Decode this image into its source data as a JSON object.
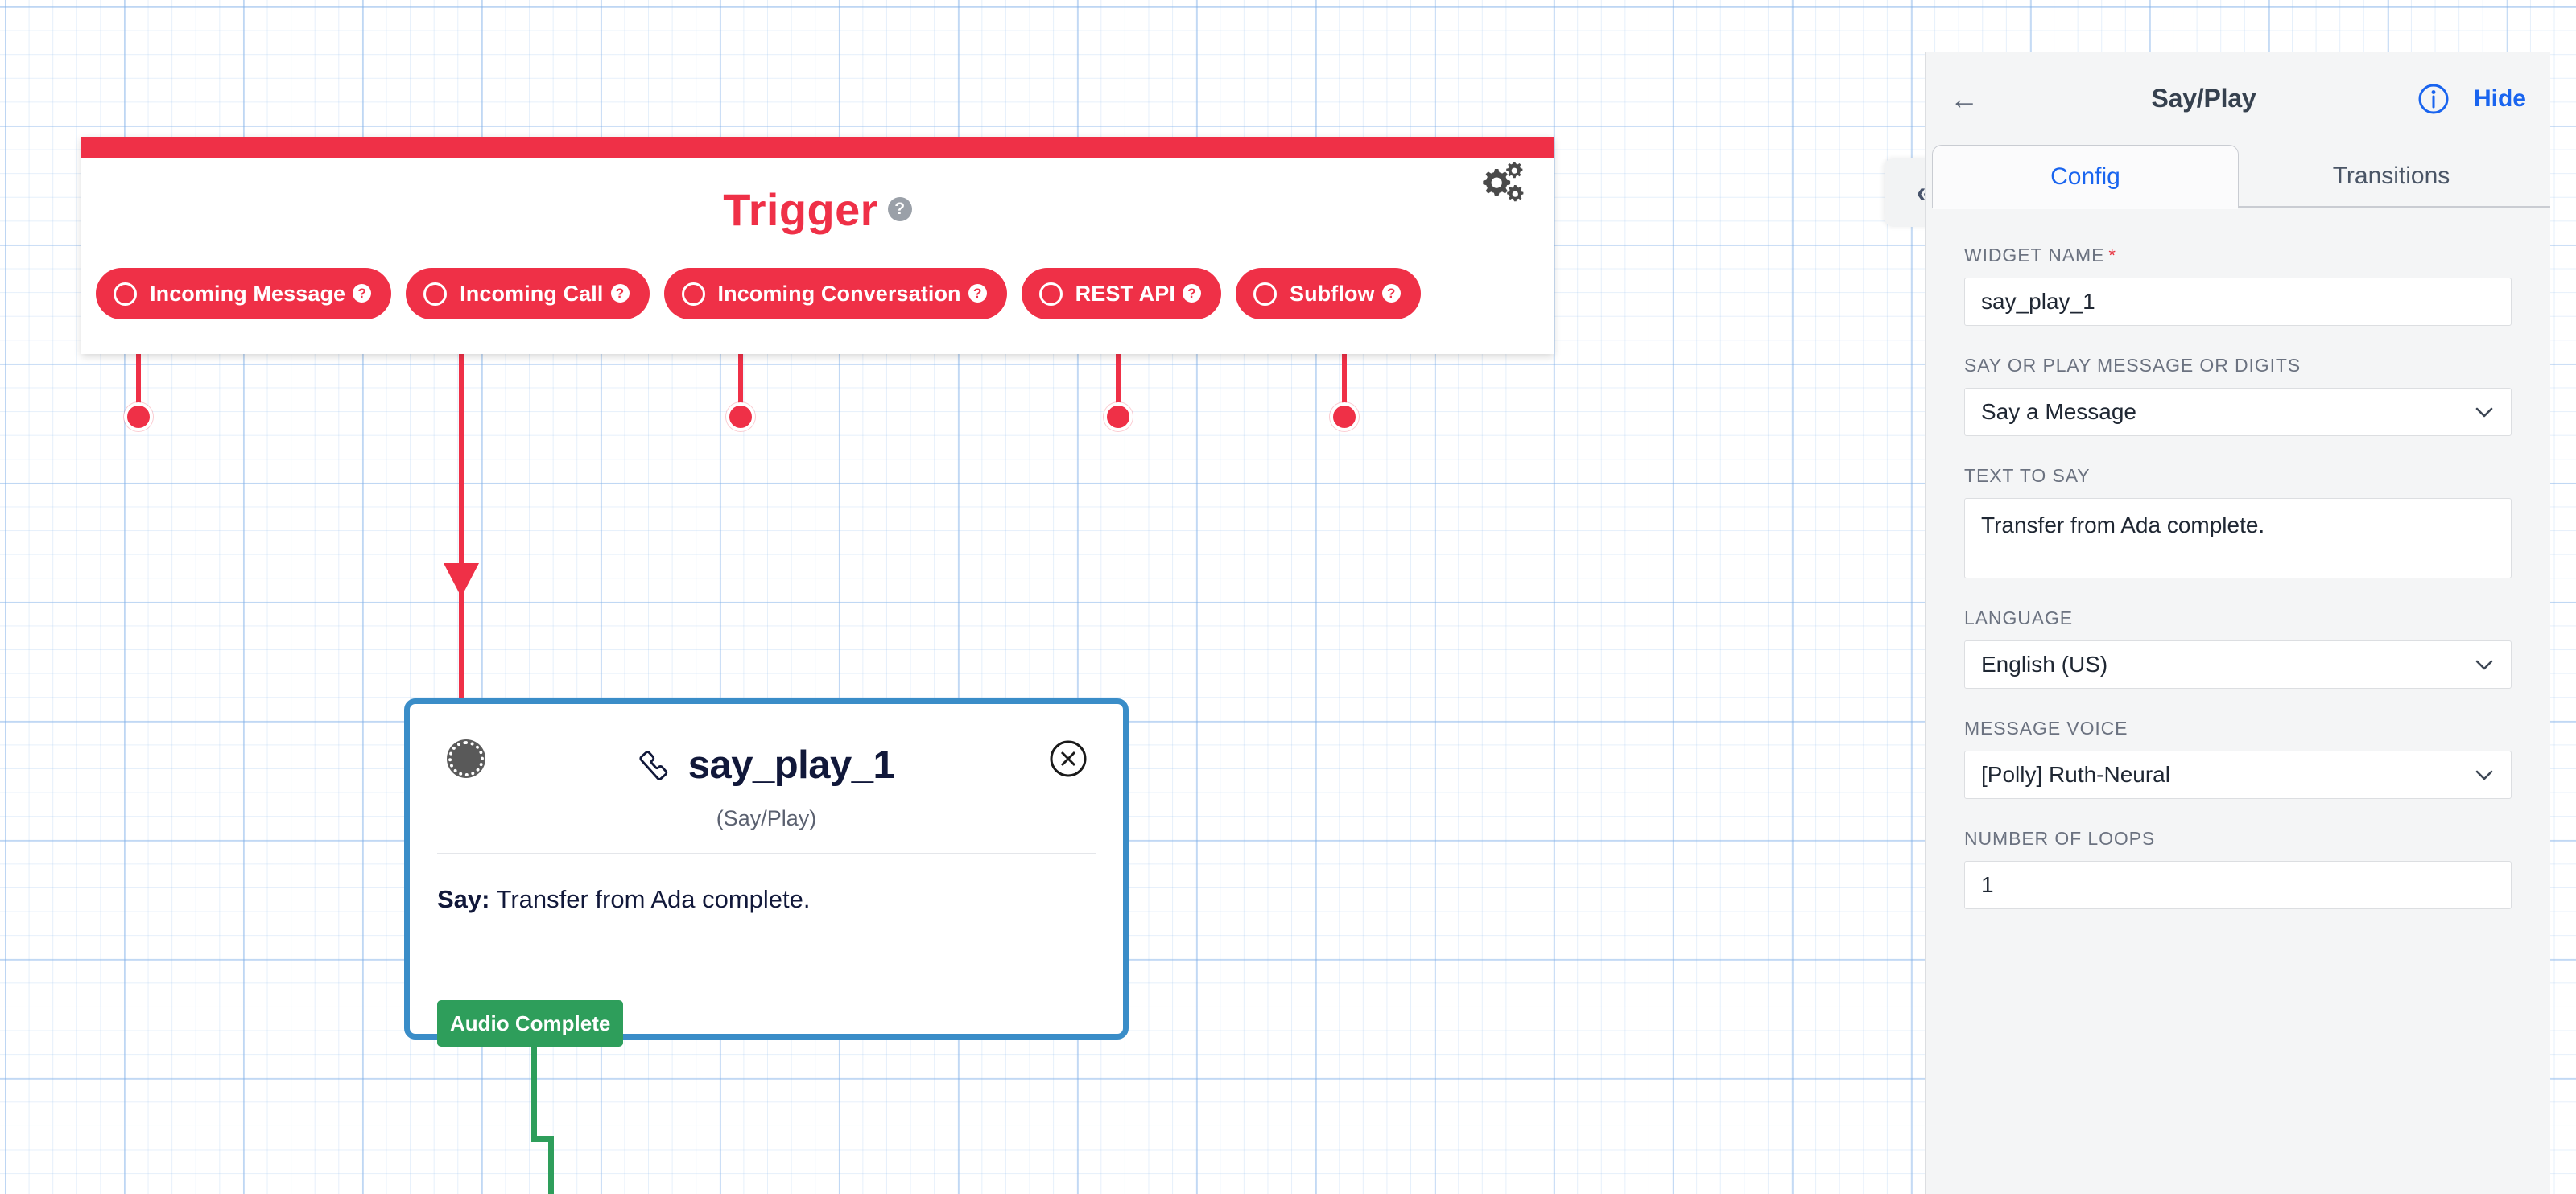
{
  "canvas": {
    "trigger": {
      "title": "Trigger",
      "help_icon": "help-circle-icon",
      "settings_icon": "gears-icon",
      "accent_color": "#ef3047",
      "pills": [
        {
          "label": "Incoming Message",
          "help": "?"
        },
        {
          "label": "Incoming Call",
          "help": "?"
        },
        {
          "label": "Incoming Conversation",
          "help": "?"
        },
        {
          "label": "REST API",
          "help": "?"
        },
        {
          "label": "Subflow",
          "help": "?"
        }
      ]
    },
    "node": {
      "icon": "phone-handset-icon",
      "title": "say_play_1",
      "subtitle": "(Say/Play)",
      "body_label": "Say:",
      "body_text": "Transfer from Ada complete.",
      "close_icon": "close-circle-icon",
      "inport_icon": "node-input-port",
      "border_color": "#3a8dc8"
    },
    "transition": {
      "label": "Audio Complete",
      "color": "#2e9e5b"
    }
  },
  "collapse": {
    "icon": "chevron-double-left-icon",
    "glyph": "«"
  },
  "panel": {
    "back_icon": "arrow-left-icon",
    "back_glyph": "←",
    "title": "Say/Play",
    "info_icon": "info-circle-icon",
    "hide_label": "Hide",
    "accent_color": "#1964ef",
    "tabs": [
      {
        "label": "Config",
        "active": true
      },
      {
        "label": "Transitions",
        "active": false
      }
    ],
    "fields": [
      {
        "label": "WIDGET NAME",
        "required": true,
        "type": "text",
        "value": "say_play_1"
      },
      {
        "label": "SAY OR PLAY MESSAGE OR DIGITS",
        "required": false,
        "type": "select",
        "value": "Say a Message"
      },
      {
        "label": "TEXT TO SAY",
        "required": false,
        "type": "textarea",
        "value": "Transfer from Ada complete."
      },
      {
        "label": "LANGUAGE",
        "required": false,
        "type": "select",
        "value": "English (US)"
      },
      {
        "label": "MESSAGE VOICE",
        "required": false,
        "type": "select",
        "value": "[Polly] Ruth-Neural"
      },
      {
        "label": "NUMBER OF LOOPS",
        "required": false,
        "type": "text",
        "value": "1"
      }
    ]
  }
}
